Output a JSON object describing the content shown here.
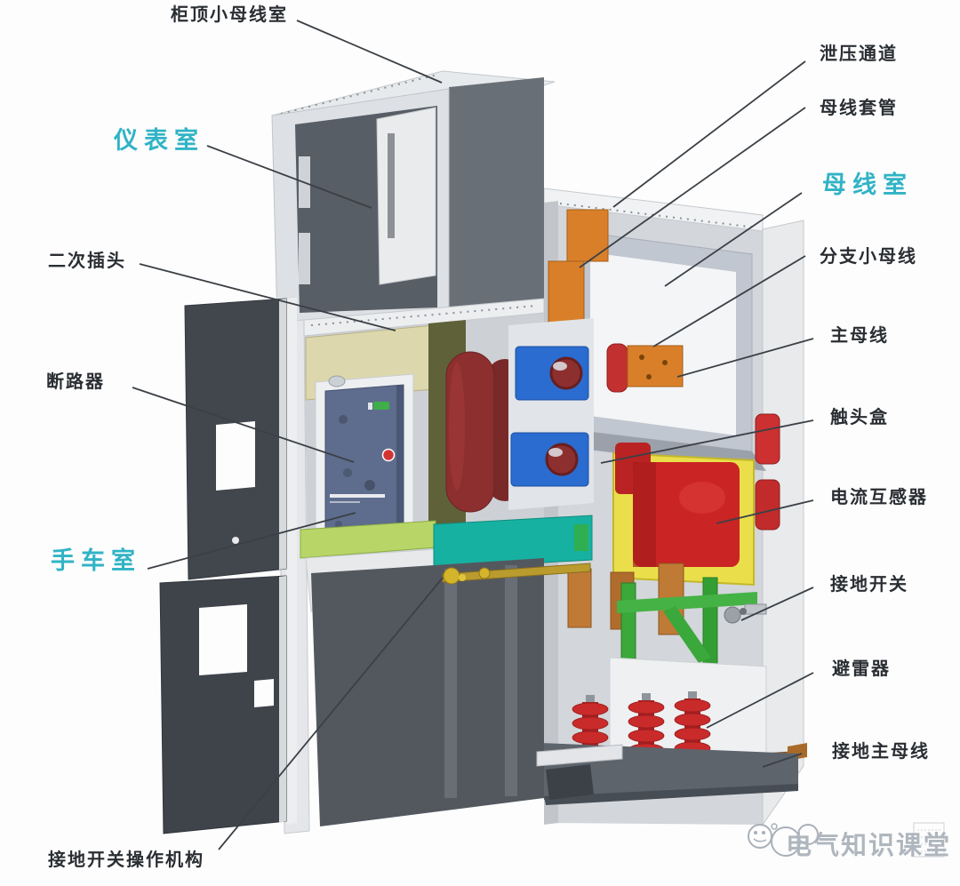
{
  "diagram": {
    "labels": {
      "cabinet_top_busbar": {
        "text": "柜顶小母线室"
      },
      "instrument_room": {
        "text": "仪表室"
      },
      "secondary_plug": {
        "text": "二次插头"
      },
      "circuit_breaker": {
        "text": "断路器"
      },
      "handcart_room": {
        "text": "手车室"
      },
      "earth_switch_mechanism": {
        "text": "接地开关操作机构"
      },
      "pressure_relief": {
        "text": "泄压通道"
      },
      "busbar_bushing": {
        "text": "母线套管"
      },
      "busbar_room": {
        "text": "母线室"
      },
      "branch_busbar": {
        "text": "分支小母线"
      },
      "main_busbar": {
        "text": "主母线"
      },
      "contact_box": {
        "text": "触头盒"
      },
      "current_transformer": {
        "text": "电流互感器"
      },
      "earthing_switch": {
        "text": "接地开关"
      },
      "surge_arrester": {
        "text": "避雷器"
      },
      "earthing_main_busbar": {
        "text": "接地主母线"
      }
    },
    "colors": {
      "label_black": "#2a2e33",
      "label_cyan": "#31b3c6",
      "leader_line": "#3b4046",
      "busbar_orange": "#d97f2a",
      "ct_red": "#cb2424",
      "contact_blue": "#2a6cd0",
      "frame_yellow": "#eadf4b",
      "switch_green": "#3aa83a",
      "handcart_teal": "#17b1a1"
    },
    "watermark": {
      "text": "电气知识课堂",
      "logo_icon": "chat-bubbles-icon"
    }
  }
}
